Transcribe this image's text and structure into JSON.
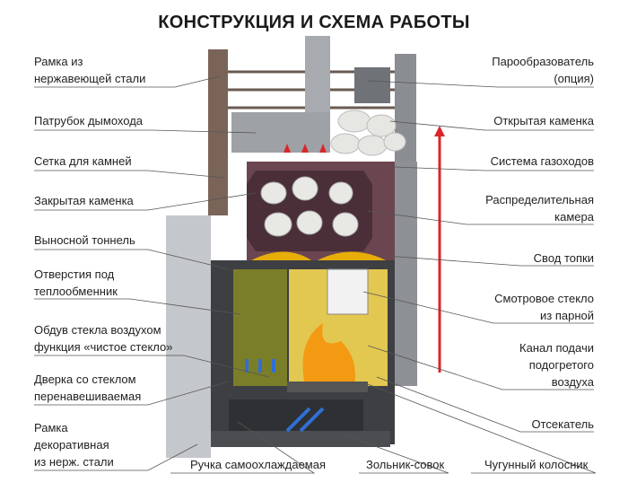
{
  "title": "КОНСТРУКЦИЯ И СХЕМА РАБОТЫ",
  "left_labels": [
    {
      "lines": [
        "Рамка из",
        "нержавеющей стали"
      ]
    },
    {
      "lines": [
        "Патрубок дымохода"
      ]
    },
    {
      "lines": [
        "Сетка для камней"
      ]
    },
    {
      "lines": [
        "Закрытая каменка"
      ]
    },
    {
      "lines": [
        "Выносной тоннель"
      ]
    },
    {
      "lines": [
        "Отверстия под",
        "теплообменник"
      ]
    },
    {
      "lines": [
        "Обдув стекла воздухом",
        "функция «чистое стекло»"
      ]
    },
    {
      "lines": [
        "Дверка со стеклом",
        "перенавешиваемая"
      ]
    },
    {
      "lines": [
        "Рамка",
        "декоративная",
        "из нерж. стали"
      ]
    }
  ],
  "bottom_labels": [
    "Ручка самоохлаждаемая",
    "Зольник-совок",
    "Чугунный колосник"
  ],
  "right_labels": [
    {
      "lines": [
        "Парообразователь",
        "(опция)"
      ]
    },
    {
      "lines": [
        "Открытая каменка"
      ]
    },
    {
      "lines": [
        "Система газоходов"
      ]
    },
    {
      "lines": [
        "Распределительная",
        "камера"
      ]
    },
    {
      "lines": [
        "Свод топки"
      ]
    },
    {
      "lines": [
        "Смотровое стекло",
        "из парной"
      ]
    },
    {
      "lines": [
        "Канал подачи",
        "подогретого",
        "воздуха"
      ]
    },
    {
      "lines": [
        "Отсекатель"
      ]
    }
  ],
  "colors": {
    "fire": "#f5b800",
    "hot": "#d9262a",
    "cold": "#2f6fd6",
    "frame": "#7a6458",
    "steel": "#b9bcc0"
  }
}
